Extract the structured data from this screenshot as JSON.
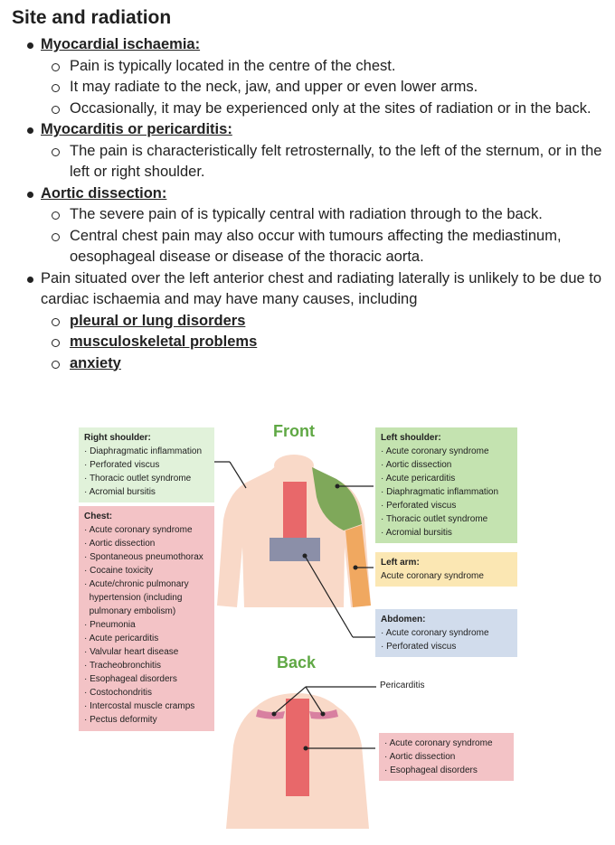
{
  "title": "Site and radiation",
  "sections": [
    {
      "heading": "Myocardial ischaemia:",
      "items": [
        "Pain is typically located in the centre of the chest.",
        "It may radiate to the neck, jaw, and upper or even lower arms.",
        "Occasionally, it may be experienced only at the sites of radiation or in the back."
      ]
    },
    {
      "heading": "Myocarditis or pericarditis:",
      "items": [
        "The pain is characteristically felt retrosternally, to the left of the sternum, or in the left or right shoulder."
      ]
    },
    {
      "heading": "Aortic dissection:",
      "items": [
        "The severe pain of is typically central with radiation through to the back.",
        "Central chest pain may also occur with tumours affecting the mediastinum, oesophageal disease or disease of the thoracic aorta."
      ]
    }
  ],
  "last_point": {
    "text": "Pain situated over the left anterior chest and radiating laterally is unlikely to be due to cardiac ischaemia and may have many causes, including",
    "links": [
      "pleural or lung disorders",
      "musculoskeletal problems",
      "anxiety"
    ]
  },
  "figure": {
    "front_label": "Front",
    "back_label": "Back",
    "pericarditis_label": "Pericarditis",
    "right_shoulder": {
      "heading": "Right shoulder:",
      "items": [
        "Diaphragmatic inflammation",
        "Perforated viscus",
        "Thoracic outlet syndrome",
        "Acromial bursitis"
      ]
    },
    "chest": {
      "heading": "Chest:",
      "items": [
        "Acute coronary syndrome",
        "Aortic dissection",
        "Spontaneous pneumothorax",
        "Cocaine toxicity",
        "Acute/chronic pulmonary",
        "hypertension (including",
        "pulmonary embolism)",
        "Pneumonia",
        "Acute pericarditis",
        "Valvular heart disease",
        "Tracheobronchitis",
        "Esophageal disorders",
        "Costochondritis",
        "Intercostal muscle cramps",
        "Pectus deformity"
      ]
    },
    "left_shoulder": {
      "heading": "Left shoulder:",
      "items": [
        "Acute coronary syndrome",
        "Aortic dissection",
        "Acute pericarditis",
        "Diaphragmatic inflammation",
        "Perforated viscus",
        "Thoracic outlet syndrome",
        "Acromial bursitis"
      ]
    },
    "left_arm": {
      "heading": "Left arm:",
      "items": [
        "Acute coronary syndrome"
      ]
    },
    "abdomen": {
      "heading": "Abdomen:",
      "items": [
        "Acute coronary syndrome",
        "Perforated viscus"
      ]
    },
    "back": {
      "items": [
        "Acute coronary syndrome",
        "Aortic dissection",
        "Esophageal disorders"
      ]
    },
    "colors": {
      "skin": "#f9d9c8",
      "chest_region": "#e8686a",
      "abdomen_region": "#8b8fa8",
      "left_shoulder_region": "#7fa85a",
      "left_arm_region": "#f0a860",
      "back_region": "#e8686a",
      "back_shoulder_region": "#d880a0"
    }
  }
}
